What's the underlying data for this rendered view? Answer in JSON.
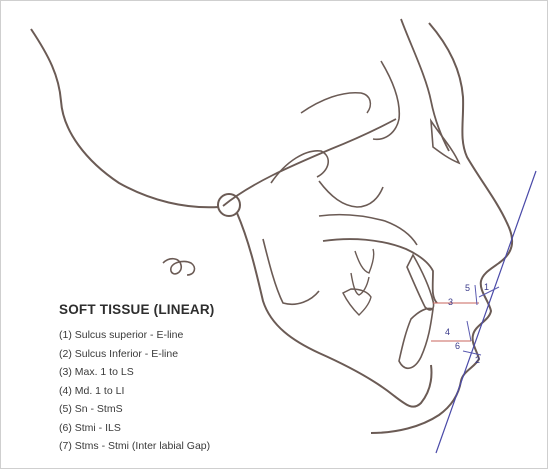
{
  "legend": {
    "title": "SOFT TISSUE (LINEAR)",
    "items": [
      "(1) Sulcus superior - E-line",
      "(2) Sulcus Inferior - E-line",
      "(3) Max. 1 to LS",
      "(4) Md. 1 to LI",
      "(5) Sn - StmS",
      "(6) Stmi - ILS",
      "(7) Stms - Stmi (Inter labial Gap)"
    ]
  },
  "markers": {
    "m1": "1",
    "m2": "2",
    "m3": "3",
    "m4": "4",
    "m5": "5",
    "m6": "6"
  },
  "colors": {
    "outline": "#6b5b55",
    "e_line": "#4a4aa8",
    "measure_red": "#c9645e",
    "measure_blue": "#5a5ab0"
  }
}
